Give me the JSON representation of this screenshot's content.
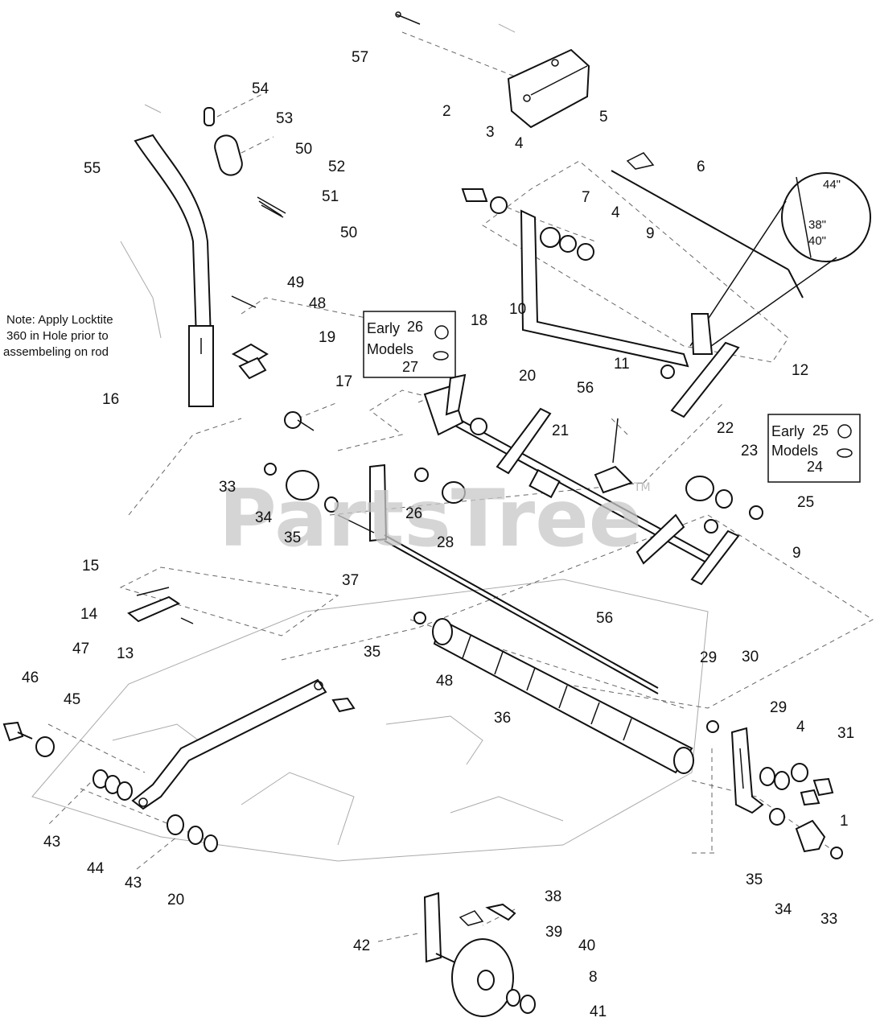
{
  "note": {
    "lines": [
      "Note: Apply Locktite",
      "360 in Hole prior to",
      "assembeling on rod"
    ]
  },
  "early_models_box_a": {
    "line1": "Early",
    "line2": "Models",
    "num_top": "26",
    "num_bottom": "27"
  },
  "early_models_box_b": {
    "line1": "Early",
    "line2": "Models",
    "num_top": "25",
    "num_bottom": "24"
  },
  "detail_circle": {
    "label_top": "44\"",
    "label_mid": "38\"",
    "label_bottom": "40\""
  },
  "watermark": {
    "text": "PartsTree",
    "trademark": "TM"
  },
  "callouts": [
    "57",
    "54",
    "53",
    "2",
    "3",
    "4",
    "5",
    "55",
    "50",
    "52",
    "6",
    "51",
    "7",
    "4",
    "9",
    "50",
    "49",
    "48",
    "18",
    "10",
    "19",
    "11",
    "12",
    "17",
    "20",
    "16",
    "56",
    "21",
    "22",
    "23",
    "33",
    "34",
    "26",
    "25",
    "35",
    "28",
    "9",
    "15",
    "37",
    "14",
    "56",
    "13",
    "47",
    "35",
    "29",
    "30",
    "46",
    "48",
    "45",
    "36",
    "29",
    "4",
    "31",
    "1",
    "43",
    "44",
    "43",
    "20",
    "35",
    "38",
    "34",
    "33",
    "39",
    "40",
    "42",
    "8",
    "41"
  ]
}
